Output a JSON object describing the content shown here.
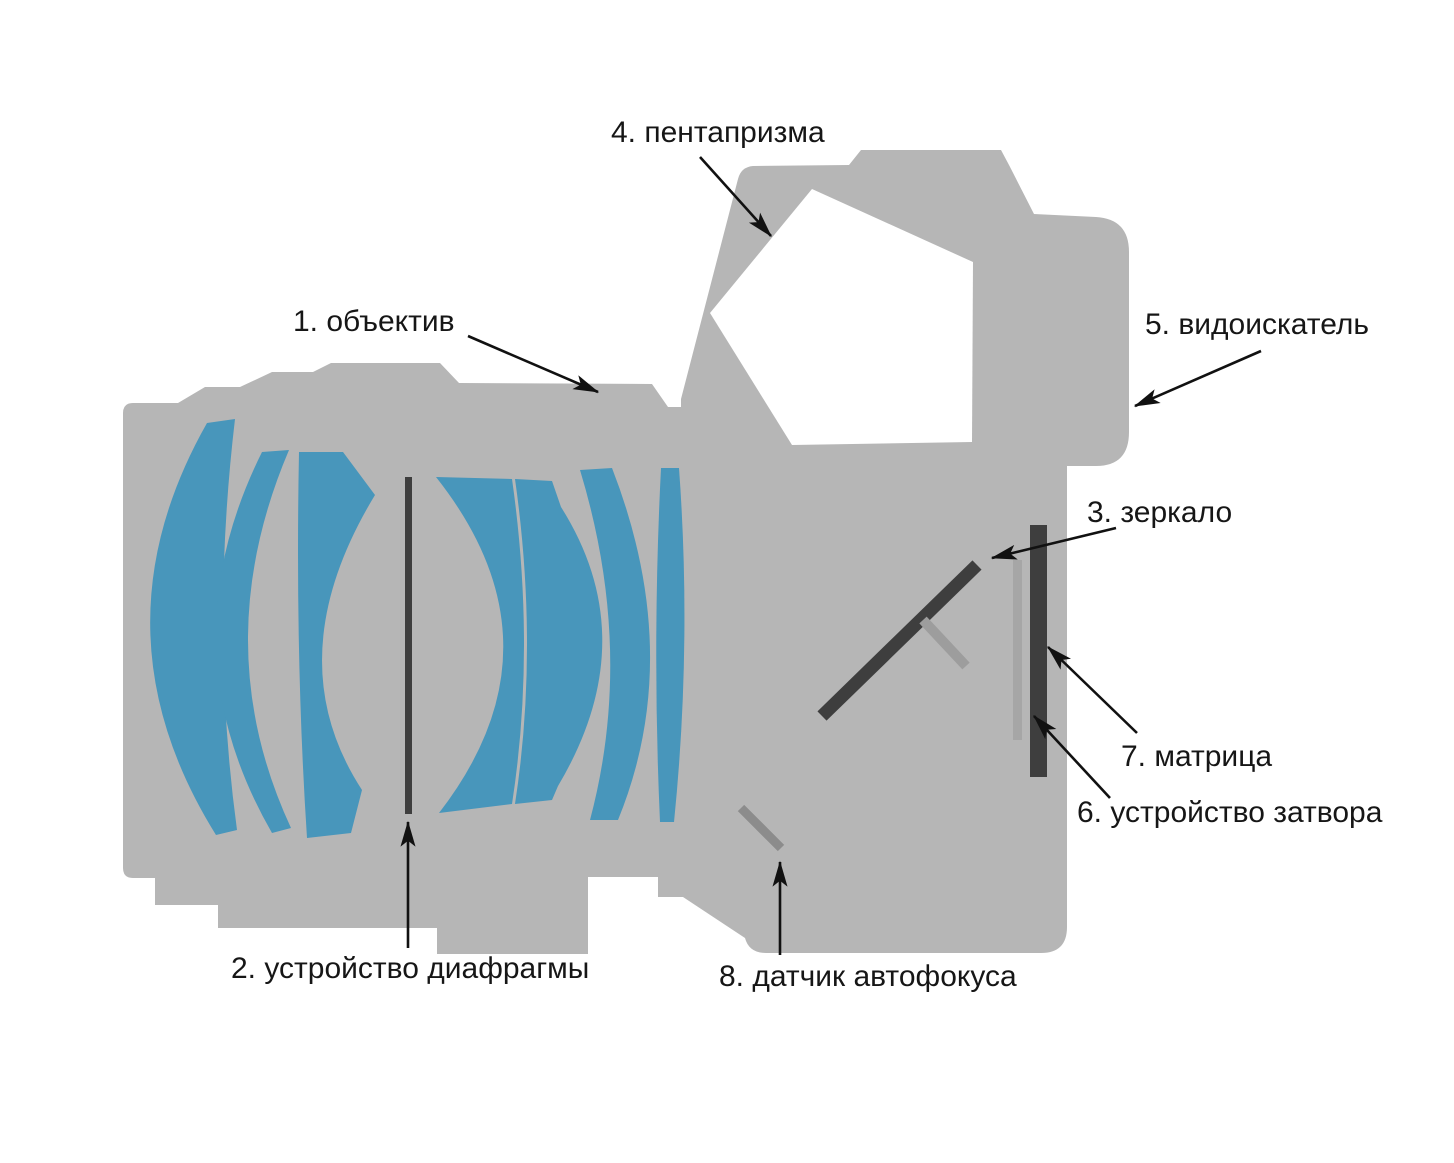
{
  "diagram": {
    "labels": [
      {
        "num": "1",
        "text": "1. объектив",
        "part": "lens"
      },
      {
        "num": "2",
        "text": "2. устройство диафрагмы",
        "part": "aperture-mechanism"
      },
      {
        "num": "3",
        "text": "3. зеркало",
        "part": "mirror"
      },
      {
        "num": "4",
        "text": "4. пентапризма",
        "part": "pentaprism"
      },
      {
        "num": "5",
        "text": "5. видоискатель",
        "part": "viewfinder"
      },
      {
        "num": "6",
        "text": "6. устройство затвора",
        "part": "shutter-mechanism"
      },
      {
        "num": "7",
        "text": "7. матрица",
        "part": "sensor"
      },
      {
        "num": "8",
        "text": "8. датчик автофокуса",
        "part": "autofocus-sensor"
      }
    ],
    "colors": {
      "background": "#ffffff",
      "body": "#b6b6b6",
      "lens_glass": "#4896bb",
      "dark_parts": "#3e3e3e",
      "shutter_bar": "#a6a6a6",
      "secondary_mirror": "#9d9d9d",
      "af_line": "#8c8c8c",
      "arrow": "#111111"
    }
  }
}
